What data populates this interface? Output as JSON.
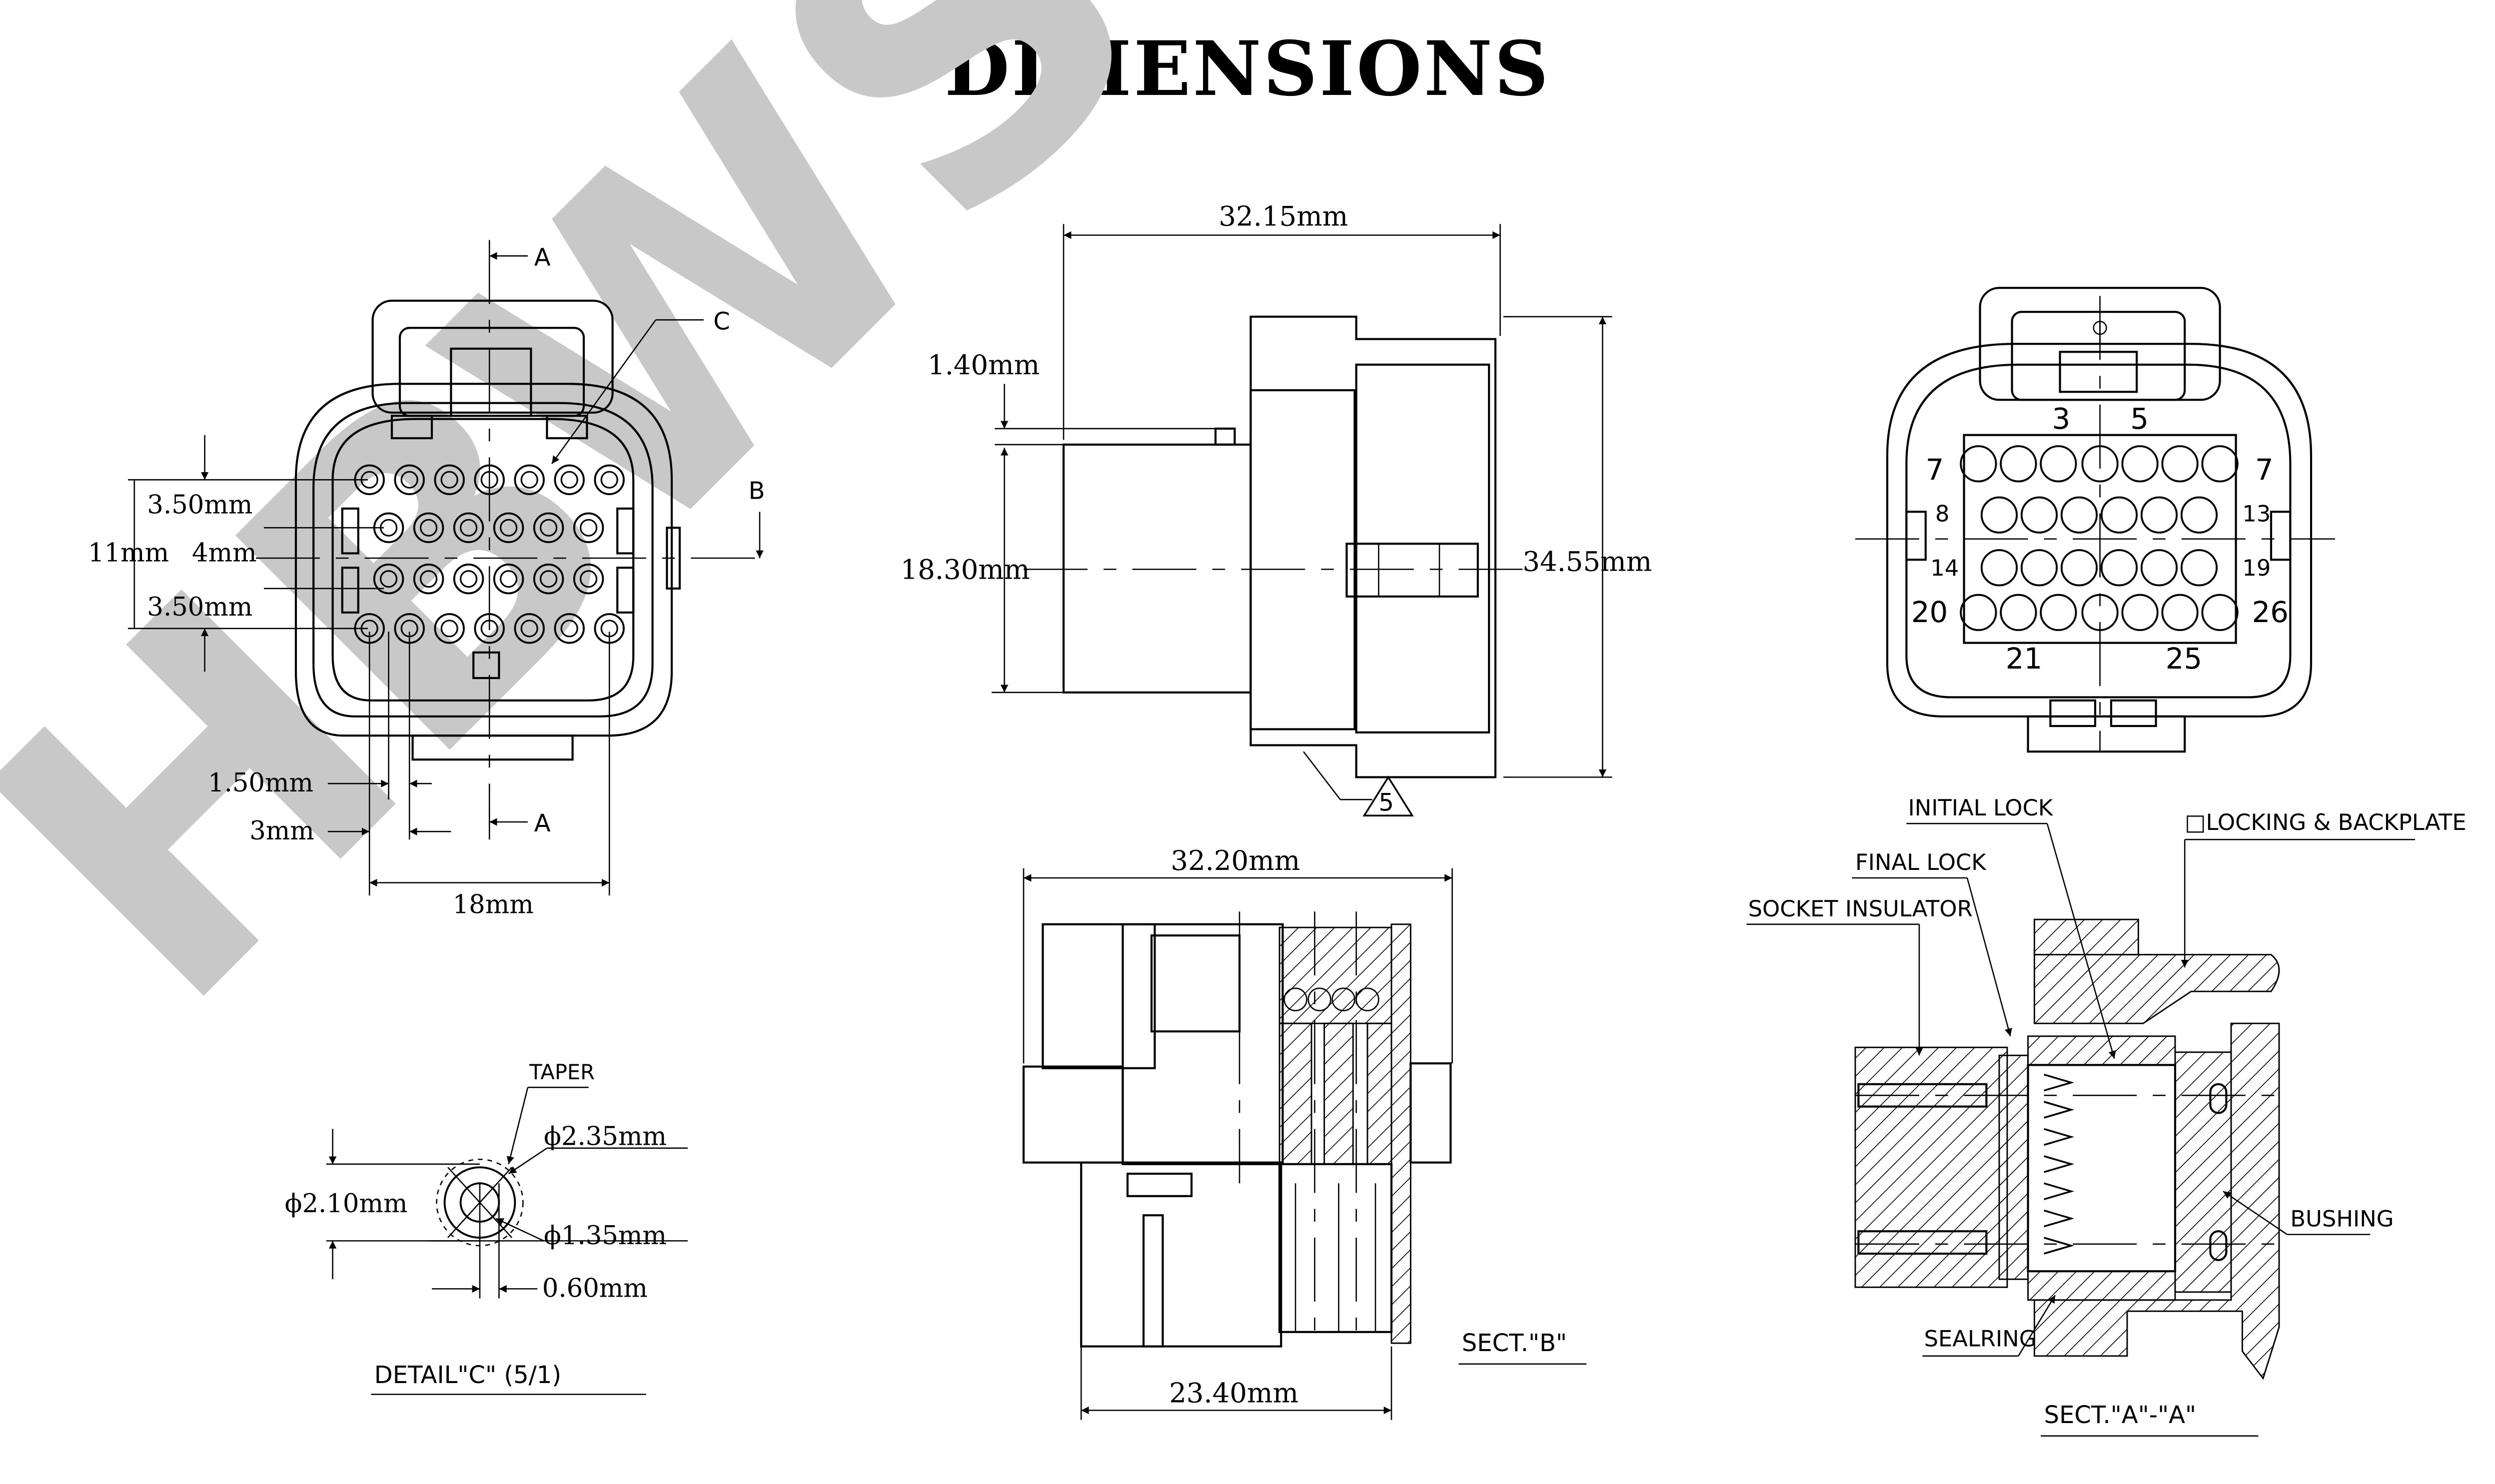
{
  "title": "DIMENSIONS",
  "watermark": "HBWS",
  "colors": {
    "watermark": "#c8c8c8",
    "ink": "#000000",
    "background": "#ffffff"
  },
  "front_view": {
    "section_marker_a": "A",
    "section_marker_b": "B",
    "detail_marker": "C",
    "dims": {
      "pitch_top": "3.50mm",
      "row_gap": "4mm",
      "pitch_bottom": "3.50mm",
      "overall_height": "11mm",
      "offset_1": "1.50mm",
      "offset_2": "3mm",
      "width": "18mm"
    }
  },
  "side_view": {
    "dims": {
      "length": "32.15mm",
      "step": "1.40mm",
      "body_height": "18.30mm",
      "overall_height": "34.55mm"
    },
    "note_marker": "5"
  },
  "rear_view": {
    "pin_numbers": [
      "3",
      "5",
      "7",
      "7",
      "8",
      "13",
      "14",
      "19",
      "20",
      "26",
      "21",
      "25"
    ]
  },
  "section_b": {
    "dims": {
      "overall_length": "32.20mm",
      "inner_length": "23.40mm"
    },
    "label": "SECT.\"B\""
  },
  "section_a": {
    "labels": {
      "initial_lock": "INITIAL LOCK",
      "locking_backplate": "□LOCKING & BACKPLATE",
      "final_lock": "FINAL LOCK",
      "socket_insulator": "SOCKET INSULATOR",
      "bushing": "BUSHING",
      "sealring": "SEALRING"
    },
    "label": "SECT.\"A\"-\"A\""
  },
  "detail_c": {
    "taper": "TAPER",
    "d_outer": "ϕ2.35mm",
    "d_mid": "ϕ2.10mm",
    "d_inner": "ϕ1.35mm",
    "gap": "0.60mm",
    "label": "DETAIL\"C\"  (5/1)"
  }
}
